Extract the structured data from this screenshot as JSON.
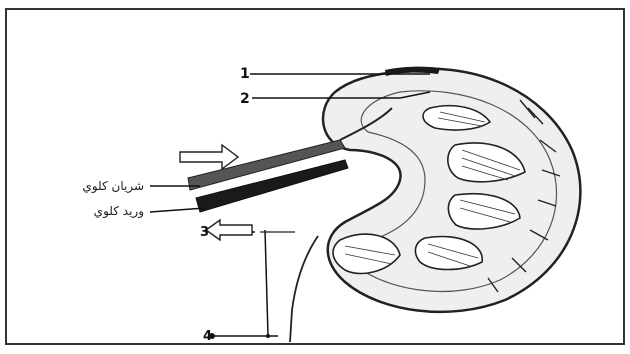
{
  "labels": {
    "n1": "1",
    "n2": "2",
    "n3": "3",
    "n4": "4",
    "artery": "شريان كلوي",
    "vein": "وريد كلوي"
  },
  "colors": {
    "background": "#ffffff",
    "frame": "#333333",
    "line": "#222222",
    "cortex_fill": "#eef0f0",
    "dark_vessel": "#1a1a1a"
  },
  "icons": {
    "inflow_arrow": "hollow-right-arrow",
    "outflow_arrow": "hollow-left-arrow"
  }
}
